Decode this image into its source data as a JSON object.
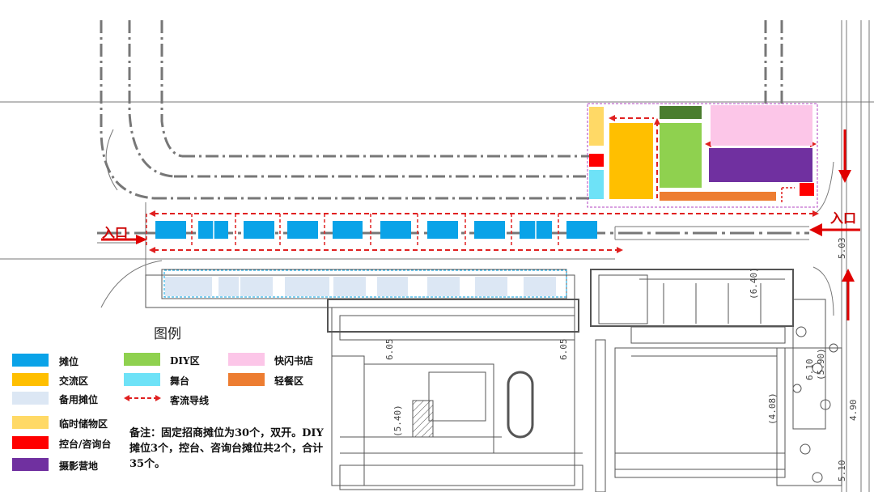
{
  "entrances": {
    "left": "入口",
    "right": "入口"
  },
  "legend": {
    "title": "图例",
    "items": [
      {
        "key": "booth",
        "label": "摊位",
        "color": "#0aa3e8"
      },
      {
        "key": "exchange",
        "label": "交流区",
        "color": "#ffbf00"
      },
      {
        "key": "spare",
        "label": "备用摊位",
        "color": "#dce7f4"
      },
      {
        "key": "storage",
        "label": "临时储物区",
        "color": "#ffd966"
      },
      {
        "key": "control",
        "label": "控台/咨询台",
        "color": "#ff0000"
      },
      {
        "key": "photo",
        "label": "摄影营地",
        "color": "#7030a0"
      },
      {
        "key": "diy",
        "label": "DIY区",
        "color": "#8fd14f"
      },
      {
        "key": "stage",
        "label": "舞台",
        "color": "#6ee2f7"
      },
      {
        "key": "flow",
        "label": "客流导线",
        "color": "#e02020"
      },
      {
        "key": "bookstore",
        "label": "快闪书店",
        "color": "#fcc6e8"
      },
      {
        "key": "snack",
        "label": "轻餐区",
        "color": "#ed7d31"
      }
    ]
  },
  "note": "备注：固定招商摊位为30个，双开。DIY摊位3个，控台、咨询台摊位共2个，合计35个。",
  "plan_labels": {
    "l1": "6.05",
    "l2": "6.05",
    "l3": "6.10",
    "l4": "(5.90)",
    "l5": "(6.40)",
    "l6": "(4.08)",
    "l7": "(5.40)",
    "l8": "4.90",
    "l9": "5.03",
    "l10": "5.10"
  }
}
